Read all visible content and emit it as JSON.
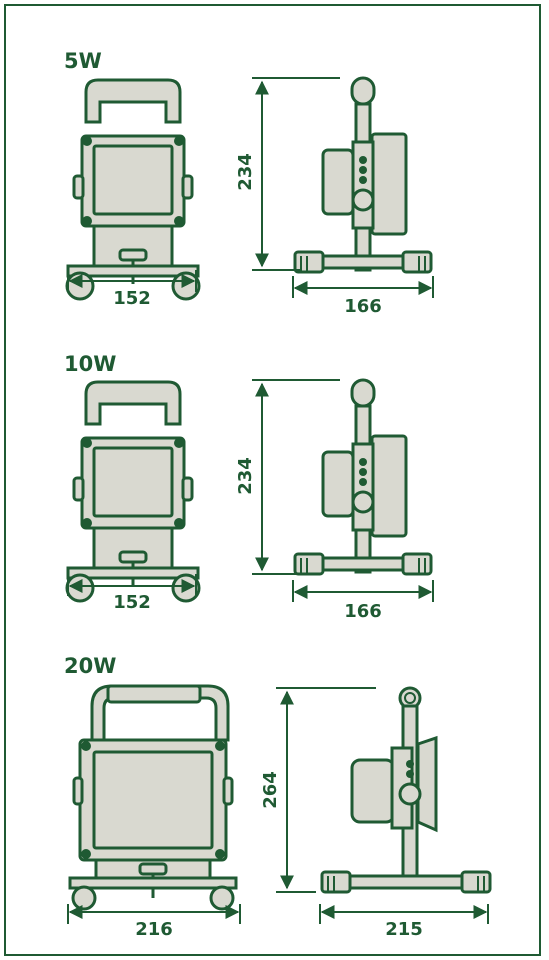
{
  "colors": {
    "ink": "#1f5a33",
    "fill": "#d9d9d0",
    "background": "#ffffff"
  },
  "models": [
    {
      "title": "5W",
      "front_width": "152",
      "side_width": "166",
      "height": "234"
    },
    {
      "title": "10W",
      "front_width": "152",
      "side_width": "166",
      "height": "234"
    },
    {
      "title": "20W",
      "front_width": "216",
      "side_width": "215",
      "height": "264"
    }
  ]
}
